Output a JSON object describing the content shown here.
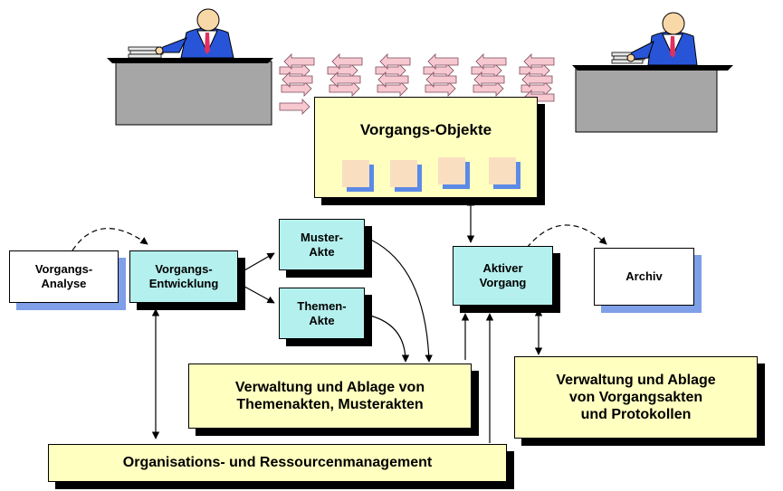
{
  "diagram": {
    "title_box": "Vorgangs-Objekte",
    "analyse": "Vorgangs-\nAnalyse",
    "entwicklung": "Vorgangs-\nEntwicklung",
    "musterakte": "Muster-\nAkte",
    "themenakte": "Themen-\nAkte",
    "aktiver_vorgang": "Aktiver\nVorgang",
    "archiv": "Archiv",
    "verwaltung_themen": "Verwaltung und Ablage von\nThemenakten, Musterakten",
    "verwaltung_vorgang": "Verwaltung und Ablage\nvon Vorgangsakten\nund Protokollen",
    "organisation": "Organisations- und Ressourcenmanagement"
  },
  "colors": {
    "yellow_fill": "#ffffc0",
    "cyan_fill": "#b4f0ee",
    "blue_shadow": "#7f9fe8",
    "pink_arrow": "#f8c8d0",
    "desk_grey": "#a6a6a6"
  }
}
